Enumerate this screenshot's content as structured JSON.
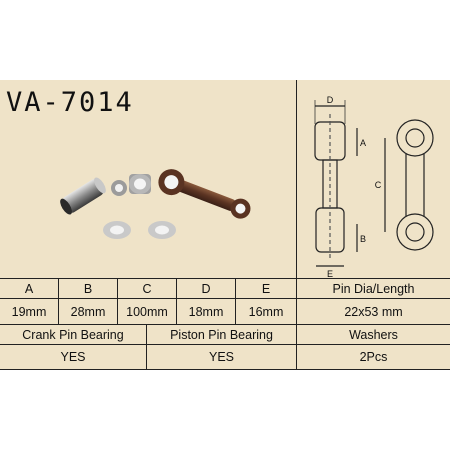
{
  "product": {
    "part_number": "VA-7014"
  },
  "dimensions": {
    "headers": [
      "A",
      "B",
      "C",
      "D",
      "E"
    ],
    "values": [
      "19mm",
      "28mm",
      "100mm",
      "18mm",
      "16mm"
    ]
  },
  "pin": {
    "header": "Pin Dia/Length",
    "value": "22x53 mm"
  },
  "included": {
    "headers": [
      "Crank Pin Bearing",
      "Piston Pin Bearing",
      "Washers"
    ],
    "values": [
      "YES",
      "YES",
      "2Pcs"
    ]
  },
  "drawing": {
    "labels": {
      "a": "A",
      "b": "B",
      "c": "C",
      "d": "D",
      "e": "E"
    }
  }
}
